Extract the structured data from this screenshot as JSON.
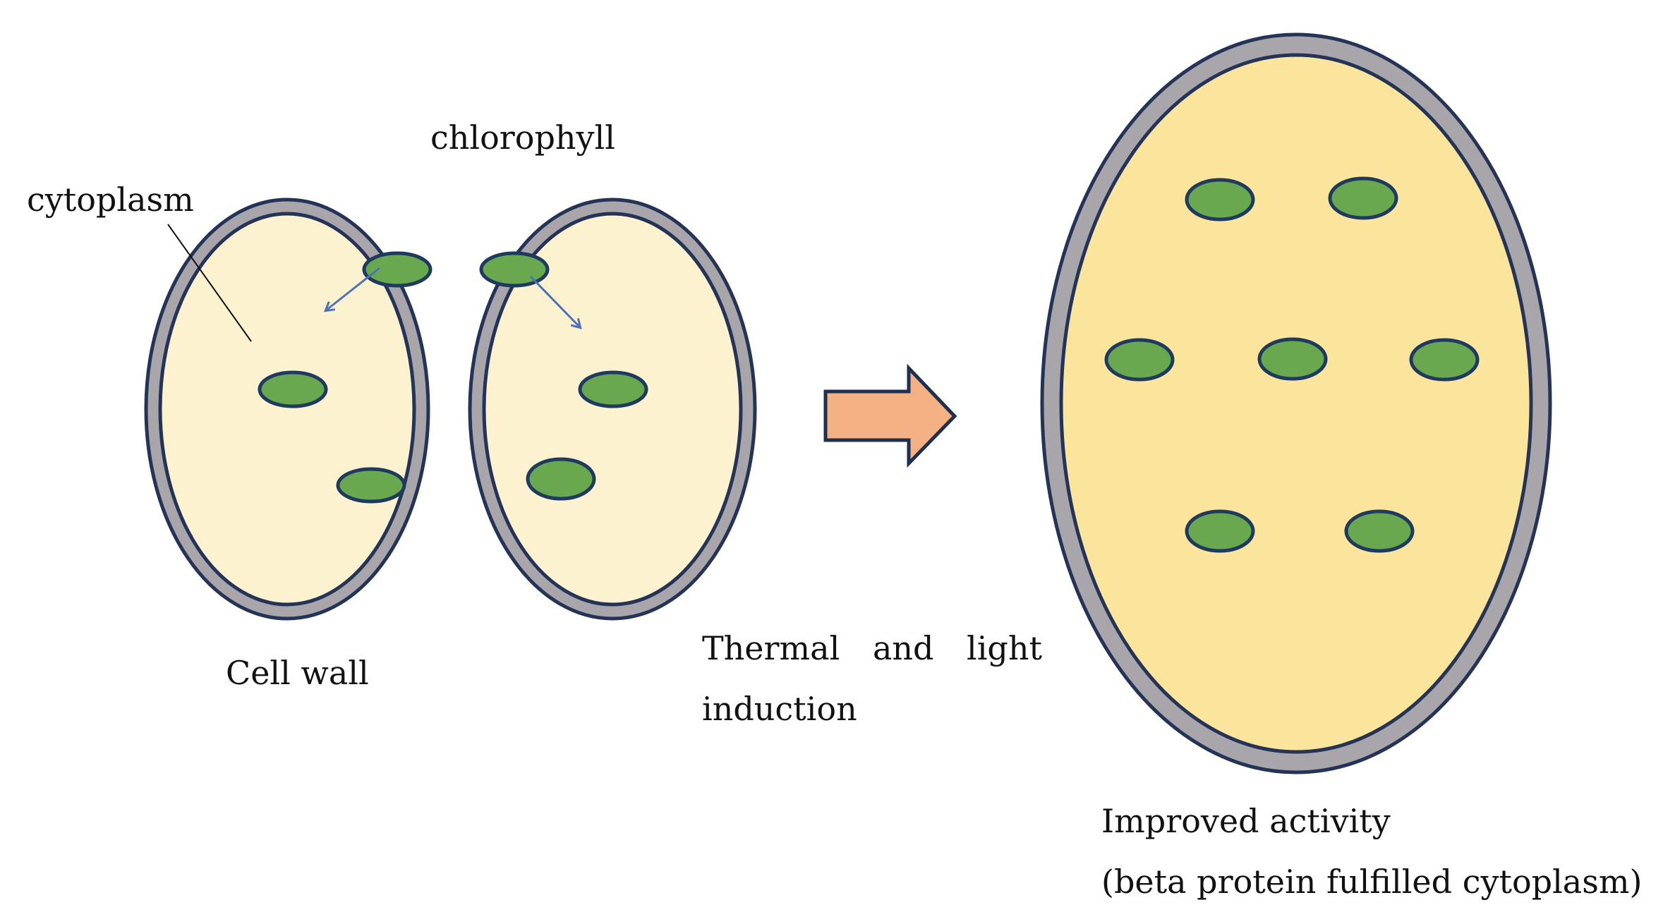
{
  "labels": {
    "chlorophyll": "chlorophyll",
    "cytoplasm": "cytoplasm",
    "cell_wall": "Cell wall",
    "arrow_caption": {
      "word1": "Thermal",
      "word2": "and",
      "word3": "light",
      "line2": "induction"
    },
    "result_caption": {
      "line1": "Improved activity",
      "line2": "(beta protein fulfilled cytoplasm)"
    }
  },
  "colors": {
    "cell_wall": "#a8a6ab",
    "cell_outline": "#243356",
    "cytoplasm_small": "#fdf2cf",
    "cytoplasm_large": "#fbe49c",
    "chloroplast": "#6aa84f",
    "chloroplast_outline": "#1f3a5f",
    "direction_arrow": "#4e72b8",
    "process_arrow": "#f4b183",
    "process_arrow_outline": "#1f2f4f"
  }
}
